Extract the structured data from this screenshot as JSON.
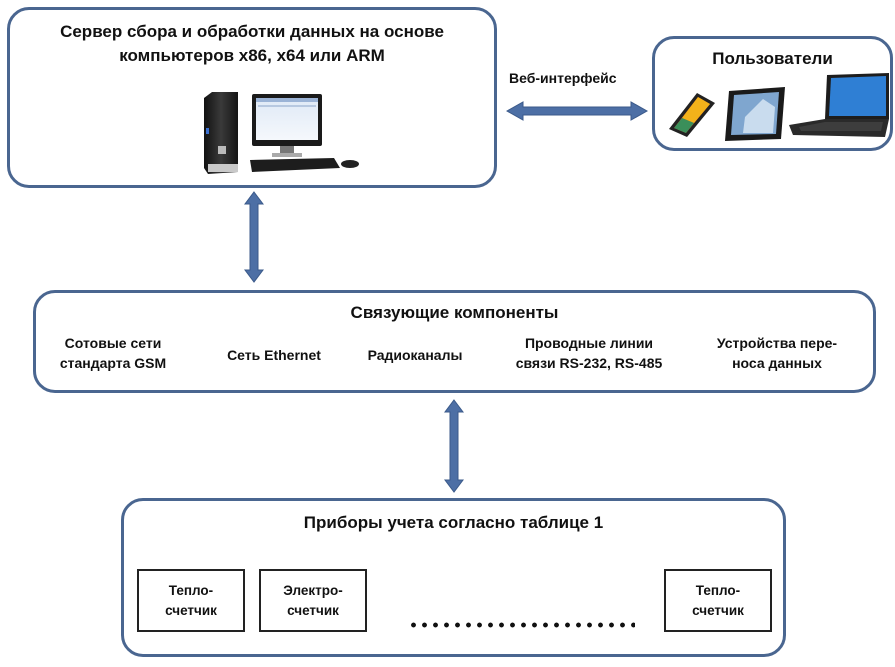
{
  "server": {
    "title_line1": "Сервер сбора и обработки данных на основе",
    "title_line2": "компьютеров x86, x64 или ARM",
    "image": "desktop-computer-icon"
  },
  "users": {
    "title": "Пользователи",
    "devices": [
      "smartphone-icon",
      "tablet-icon",
      "laptop-icon"
    ]
  },
  "web_link": {
    "label": "Веб-интерфейс"
  },
  "links": {
    "title": "Связующие компоненты",
    "items": [
      {
        "line1": "Сотовые сети",
        "line2": "стандарта GSM"
      },
      {
        "line1": "Сеть Ethernet",
        "line2": ""
      },
      {
        "line1": "Радиоканалы",
        "line2": ""
      },
      {
        "line1": "Проводные линии",
        "line2": "связи RS-232, RS-485"
      },
      {
        "line1": "Устройства пере-",
        "line2": "носа данных"
      }
    ]
  },
  "meters": {
    "title": "Приборы учета согласно таблице 1",
    "items": [
      {
        "line1": "Тепло-",
        "line2": "счетчик"
      },
      {
        "line1": "Электро-",
        "line2": "счетчик"
      },
      {
        "line1": "Тепло-",
        "line2": "счетчик"
      }
    ],
    "ellipsis": "……………"
  },
  "colors": {
    "border": "#4a6690",
    "arrow": "#4d6fa5",
    "arrow_dark": "#3b5a8a"
  }
}
